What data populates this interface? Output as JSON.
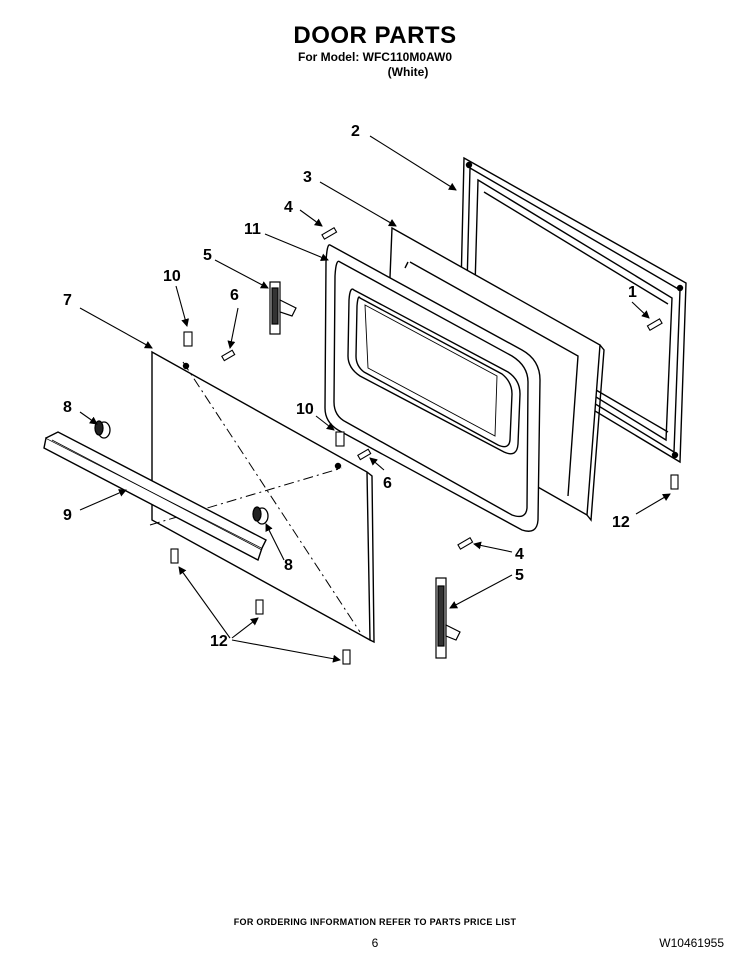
{
  "header": {
    "title": "DOOR PARTS",
    "model_line": "For Model: WFC110M0AW0",
    "variant": "(White)"
  },
  "parts": {
    "p1": "1",
    "p2": "2",
    "p3": "3",
    "p4a": "4",
    "p4b": "4",
    "p5a": "5",
    "p5b": "5",
    "p6a": "6",
    "p6b": "6",
    "p7": "7",
    "p8a": "8",
    "p8b": "8",
    "p9": "9",
    "p10a": "10",
    "p10b": "10",
    "p11": "11",
    "p12a": "12",
    "p12b": "12"
  },
  "footer": {
    "ordering_note": "FOR ORDERING INFORMATION REFER TO PARTS PRICE LIST",
    "page_number": "6",
    "document_number": "W10461955"
  }
}
